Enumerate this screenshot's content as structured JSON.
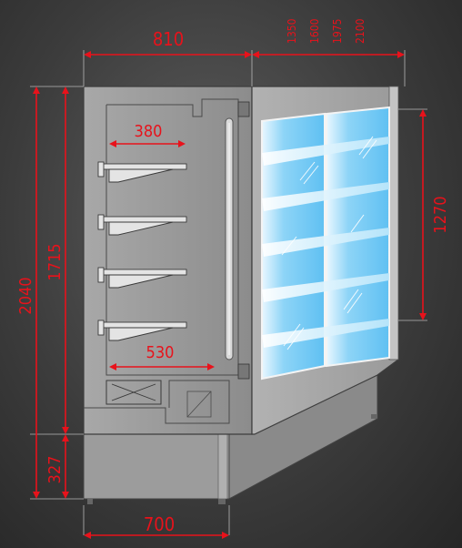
{
  "dimensions": {
    "top_width": "810",
    "bottom_width": "700",
    "total_height": "2040",
    "upper_height": "1715",
    "base_height": "327",
    "shelf_depth": "380",
    "base_depth": "530",
    "glass_height": "1270",
    "lengths": [
      "1350",
      "1600",
      "1975",
      "2100"
    ]
  },
  "colors": {
    "dimension": "#e8121b",
    "body": "#9a9a9a",
    "glass": "#8fd3f5"
  }
}
